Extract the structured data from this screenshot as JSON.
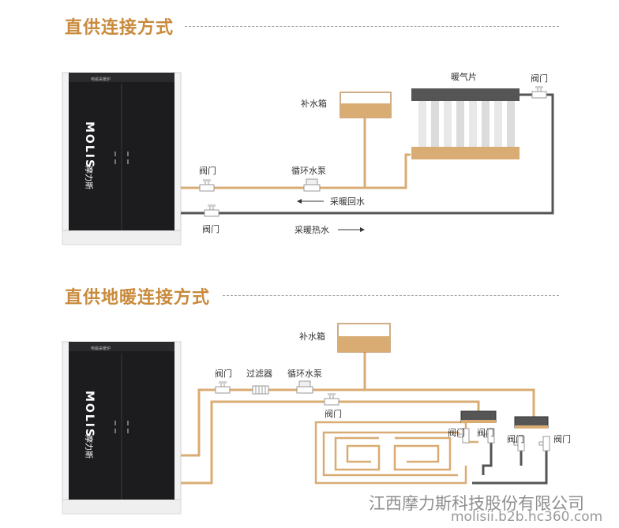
{
  "section1": {
    "title": "直供连接方式",
    "boiler": {
      "brand_text": "MOLIS",
      "brand_cn": "摩力斯",
      "panel_text": "电磁采暖炉"
    },
    "labels": {
      "radiator": "暖气片",
      "valve_top_right": "阀门",
      "makeup_tank": "补水箱",
      "valve_upper": "阀门",
      "pump": "循环水泵",
      "return_water": "采暖回水",
      "valve_lower": "阀门",
      "supply_water": "采暖热水"
    }
  },
  "section2": {
    "title": "直供地暖连接方式",
    "boiler": {
      "brand_text": "MOLIS",
      "brand_cn": "摩力斯",
      "panel_text": "电磁采暖炉"
    },
    "labels": {
      "makeup_tank": "补水箱",
      "valve_upper": "阀门",
      "filter": "过滤器",
      "pump": "循环水泵",
      "valve_lower": "阀门",
      "valve_m1_left": "阀门",
      "valve_m1_right": "阀门",
      "valve_m2_left": "阀门",
      "valve_m2_right": "阀门"
    }
  },
  "watermark": {
    "company": "江西摩力斯科技股份有限公司",
    "url": "molisii.b2b.hc360.com"
  },
  "colors": {
    "accent": "#c98a3c",
    "pipe_hot": "#d9ac74",
    "pipe_cold": "#555555",
    "boiler": "#1c1c1e"
  }
}
